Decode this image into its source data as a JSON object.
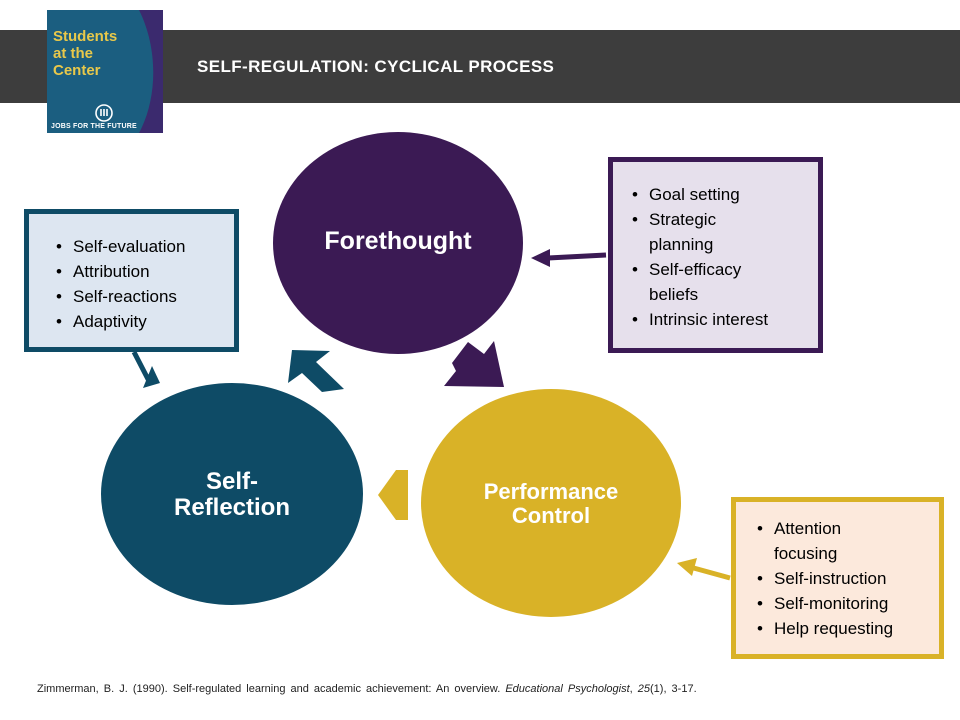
{
  "header": {
    "title": "SELF-REGULATION: CYCLICAL PROCESS"
  },
  "logo": {
    "lines": [
      "Students",
      "at the",
      "Center"
    ],
    "org": "JOBS FOR THE FUTURE",
    "mark_icon": "jff-mark-icon",
    "colors": {
      "background": "#1b5e80",
      "accent": "#3b2a6e",
      "text": "#e8c84a"
    }
  },
  "diagram": {
    "nodes": [
      {
        "id": "forethought",
        "label": "Forethought",
        "color": "#3b1a54"
      },
      {
        "id": "performance",
        "label": "Performance Control",
        "color": "#d9b227"
      },
      {
        "id": "reflection",
        "label": "Self- Reflection",
        "color": "#0e4b66"
      }
    ],
    "boxes": {
      "reflection": {
        "items": [
          "Self-evaluation",
          "Attribution",
          "Self-reactions",
          "Adaptivity"
        ],
        "border": "#0e4b66",
        "fill": "#dde6f1"
      },
      "forethought": {
        "items": [
          "Goal setting",
          "Strategic planning",
          "Self-efficacy beliefs",
          "Intrinsic interest"
        ],
        "border": "#3b1a54",
        "fill": "#e6e0ec"
      },
      "performance": {
        "items": [
          "Attention focusing",
          "Self-instruction",
          "Self-monitoring",
          "Help requesting"
        ],
        "border": "#d9b227",
        "fill": "#fce9dc"
      }
    }
  },
  "citation": {
    "prefix": "Zimmerman, B. J. (1990). Self-regulated learning and academic achievement: An overview. ",
    "journal": "Educational Psychologist",
    "sep": ", ",
    "volume": "25",
    "issue": "(1), 3-17."
  }
}
